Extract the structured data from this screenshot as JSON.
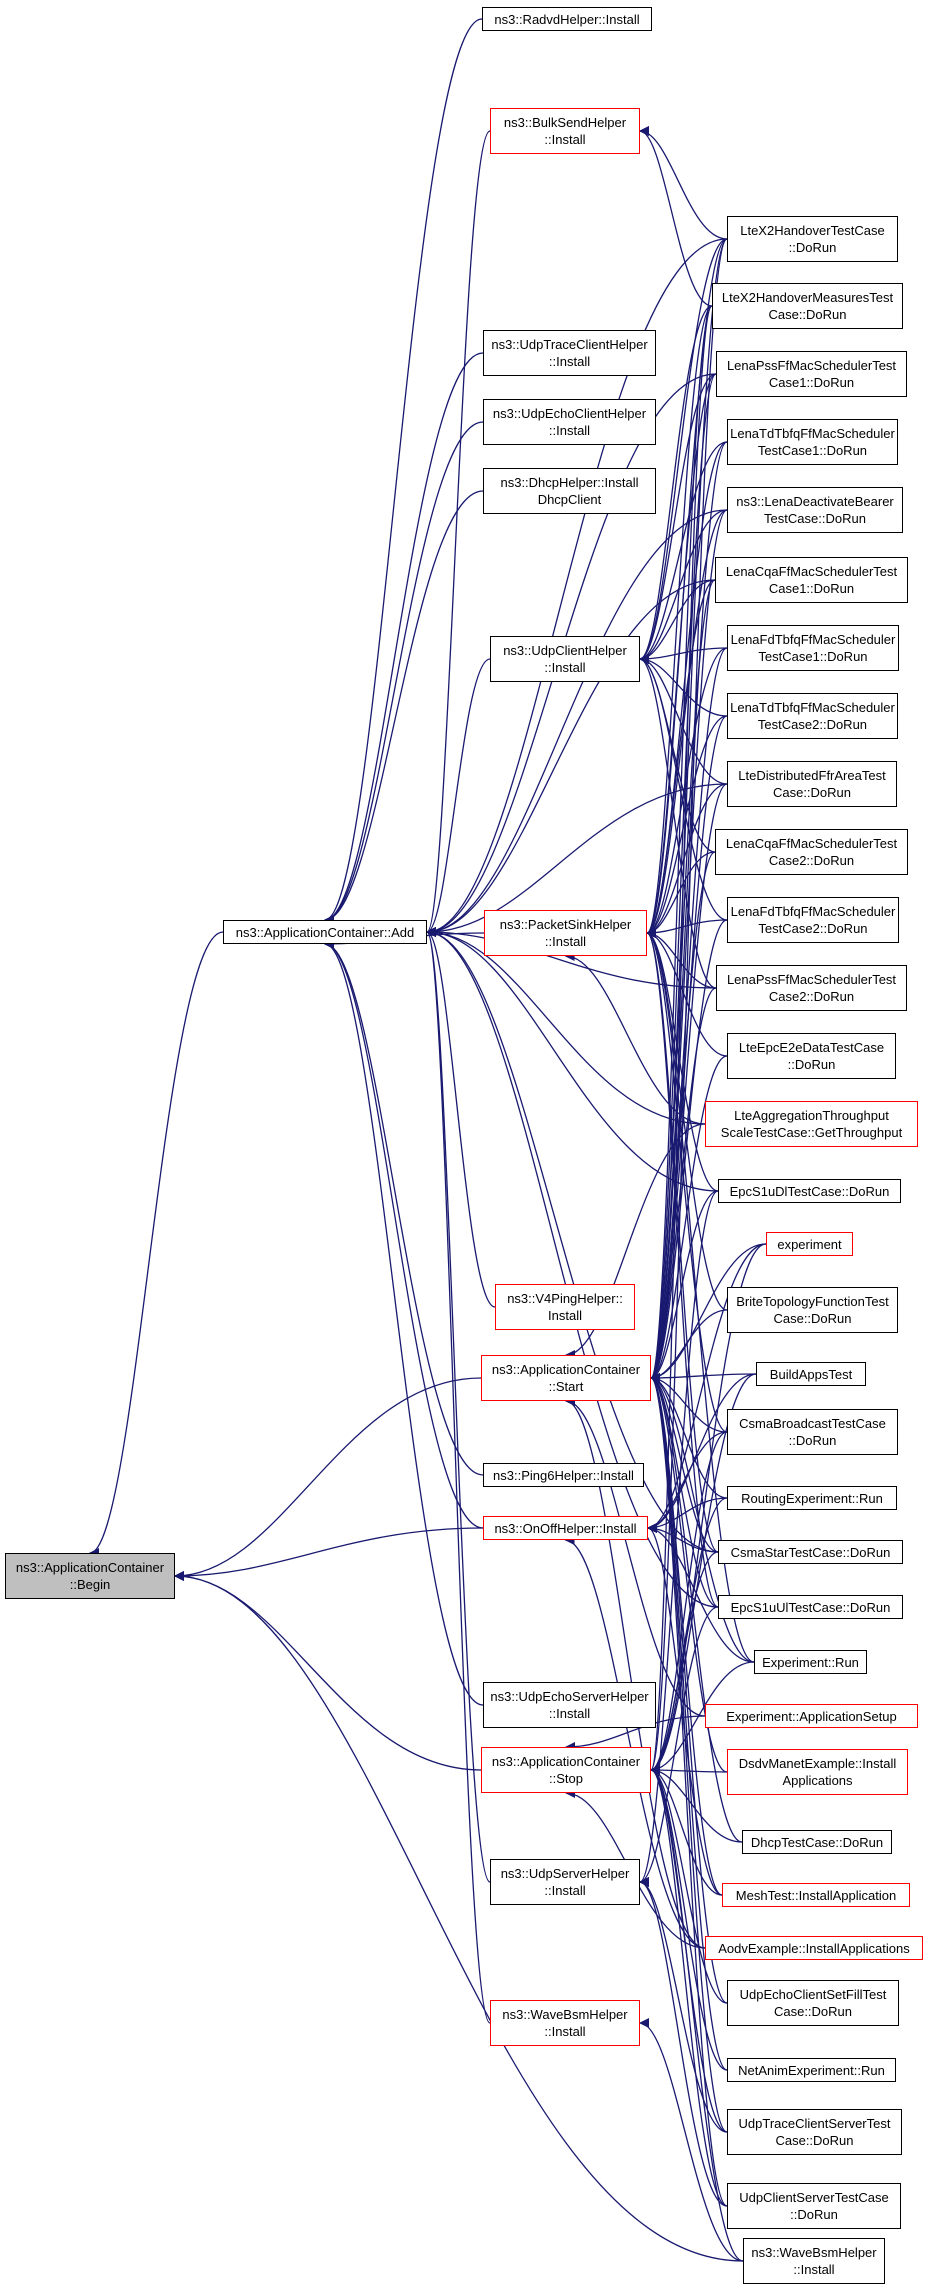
{
  "graph": {
    "colors": {
      "edge": "#191970",
      "border_normal": "#000000",
      "border_truncated": "#ff0000",
      "root_fill": "#bfbfbf"
    },
    "nodes": [
      {
        "id": "begin",
        "label": "ns3::ApplicationContainer\n::Begin",
        "truncated": false,
        "root": true
      },
      {
        "id": "add",
        "label": "ns3::ApplicationContainer::Add",
        "truncated": false
      },
      {
        "id": "radvd",
        "label": "ns3::RadvdHelper::Install",
        "truncated": false
      },
      {
        "id": "bulksend",
        "label": "ns3::BulkSendHelper\n::Install",
        "truncated": true
      },
      {
        "id": "udptraceclient",
        "label": "ns3::UdpTraceClientHelper\n::Install",
        "truncated": false
      },
      {
        "id": "udpechoclient",
        "label": "ns3::UdpEchoClientHelper\n::Install",
        "truncated": false
      },
      {
        "id": "dhcp",
        "label": "ns3::DhcpHelper::Install\nDhcpClient",
        "truncated": false
      },
      {
        "id": "udpclient",
        "label": "ns3::UdpClientHelper\n::Install",
        "truncated": false
      },
      {
        "id": "packetsink",
        "label": "ns3::PacketSinkHelper\n::Install",
        "truncated": true
      },
      {
        "id": "v4ping",
        "label": "ns3::V4PingHelper::\nInstall",
        "truncated": true
      },
      {
        "id": "start",
        "label": "ns3::ApplicationContainer\n::Start",
        "truncated": true
      },
      {
        "id": "ping6",
        "label": "ns3::Ping6Helper::Install",
        "truncated": false
      },
      {
        "id": "onoff",
        "label": "ns3::OnOffHelper::Install",
        "truncated": true
      },
      {
        "id": "udpechoserver",
        "label": "ns3::UdpEchoServerHelper\n::Install",
        "truncated": false
      },
      {
        "id": "stop",
        "label": "ns3::ApplicationContainer\n::Stop",
        "truncated": true
      },
      {
        "id": "udpserver",
        "label": "ns3::UdpServerHelper\n::Install",
        "truncated": false
      },
      {
        "id": "wavebsm1",
        "label": "ns3::WaveBsmHelper\n::Install",
        "truncated": true
      },
      {
        "id": "x2ho",
        "label": "LteX2HandoverTestCase\n::DoRun",
        "truncated": false
      },
      {
        "id": "x2hom",
        "label": "LteX2HandoverMeasuresTest\nCase::DoRun",
        "truncated": false
      },
      {
        "id": "pss1",
        "label": "LenaPssFfMacSchedulerTest\nCase1::DoRun",
        "truncated": false
      },
      {
        "id": "tdtbfq1",
        "label": "LenaTdTbfqFfMacScheduler\nTestCase1::DoRun",
        "truncated": false
      },
      {
        "id": "deact",
        "label": "ns3::LenaDeactivateBearer\nTestCase::DoRun",
        "truncated": false
      },
      {
        "id": "cqa1",
        "label": "LenaCqaFfMacSchedulerTest\nCase1::DoRun",
        "truncated": false
      },
      {
        "id": "fdtbfq1",
        "label": "LenaFdTbfqFfMacScheduler\nTestCase1::DoRun",
        "truncated": false
      },
      {
        "id": "tdtbfq2",
        "label": "LenaTdTbfqFfMacScheduler\nTestCase2::DoRun",
        "truncated": false
      },
      {
        "id": "distffr",
        "label": "LteDistributedFfrAreaTest\nCase::DoRun",
        "truncated": false
      },
      {
        "id": "cqa2",
        "label": "LenaCqaFfMacSchedulerTest\nCase2::DoRun",
        "truncated": false
      },
      {
        "id": "fdtbfq2",
        "label": "LenaFdTbfqFfMacScheduler\nTestCase2::DoRun",
        "truncated": false
      },
      {
        "id": "pss2",
        "label": "LenaPssFfMacSchedulerTest\nCase2::DoRun",
        "truncated": false
      },
      {
        "id": "epce2e",
        "label": "LteEpcE2eDataTestCase\n::DoRun",
        "truncated": false
      },
      {
        "id": "aggr",
        "label": "LteAggregationThroughput\nScaleTestCase::GetThroughput",
        "truncated": true
      },
      {
        "id": "epcs1udl",
        "label": "EpcS1uDlTestCase::DoRun",
        "truncated": false
      },
      {
        "id": "experiment",
        "label": "experiment",
        "truncated": true
      },
      {
        "id": "brite",
        "label": "BriteTopologyFunctionTest\nCase::DoRun",
        "truncated": false
      },
      {
        "id": "buildapps",
        "label": "BuildAppsTest",
        "truncated": false
      },
      {
        "id": "csmabc",
        "label": "CsmaBroadcastTestCase\n::DoRun",
        "truncated": false
      },
      {
        "id": "routingexp",
        "label": "RoutingExperiment::Run",
        "truncated": false
      },
      {
        "id": "csmastar",
        "label": "CsmaStarTestCase::DoRun",
        "truncated": false
      },
      {
        "id": "epcs1uul",
        "label": "EpcS1uUlTestCase::DoRun",
        "truncated": false
      },
      {
        "id": "exprun",
        "label": "Experiment::Run",
        "truncated": false
      },
      {
        "id": "expappsetup",
        "label": "Experiment::ApplicationSetup",
        "truncated": true
      },
      {
        "id": "dsdv",
        "label": "DsdvManetExample::Install\nApplications",
        "truncated": true
      },
      {
        "id": "dhcptest",
        "label": "DhcpTestCase::DoRun",
        "truncated": false
      },
      {
        "id": "meshtest",
        "label": "MeshTest::InstallApplication",
        "truncated": true
      },
      {
        "id": "aodv",
        "label": "AodvExample::InstallApplications",
        "truncated": true
      },
      {
        "id": "udpechofill",
        "label": "UdpEchoClientSetFillTest\nCase::DoRun",
        "truncated": false
      },
      {
        "id": "netanim",
        "label": "NetAnimExperiment::Run",
        "truncated": false
      },
      {
        "id": "udptracecs",
        "label": "UdpTraceClientServerTest\nCase::DoRun",
        "truncated": false
      },
      {
        "id": "udpcs",
        "label": "UdpClientServerTestCase\n::DoRun",
        "truncated": false
      },
      {
        "id": "wavebsm2",
        "label": "ns3::WaveBsmHelper\n::Install",
        "truncated": false
      }
    ],
    "edges": [
      [
        "add",
        "begin"
      ],
      [
        "start",
        "begin"
      ],
      [
        "onoff",
        "begin"
      ],
      [
        "stop",
        "begin"
      ],
      [
        "wavebsm2",
        "begin"
      ],
      [
        "radvd",
        "add"
      ],
      [
        "bulksend",
        "add"
      ],
      [
        "udptraceclient",
        "add"
      ],
      [
        "udpechoclient",
        "add"
      ],
      [
        "dhcp",
        "add"
      ],
      [
        "udpclient",
        "add"
      ],
      [
        "packetsink",
        "add"
      ],
      [
        "v4ping",
        "add"
      ],
      [
        "ping6",
        "add"
      ],
      [
        "onoff",
        "add"
      ],
      [
        "udpechoserver",
        "add"
      ],
      [
        "udpserver",
        "add"
      ],
      [
        "wavebsm1",
        "add"
      ],
      [
        "x2ho",
        "add"
      ],
      [
        "pss1",
        "add"
      ],
      [
        "deact",
        "add"
      ],
      [
        "cqa1",
        "add"
      ],
      [
        "distffr",
        "add"
      ],
      [
        "pss2",
        "add"
      ],
      [
        "aggr",
        "add"
      ],
      [
        "epcs1udl",
        "add"
      ],
      [
        "csmastar",
        "add"
      ],
      [
        "epcs1uul",
        "add"
      ],
      [
        "x2ho",
        "bulksend"
      ],
      [
        "x2hom",
        "bulksend"
      ],
      [
        "x2ho",
        "udpclient"
      ],
      [
        "x2hom",
        "udpclient"
      ],
      [
        "pss1",
        "udpclient"
      ],
      [
        "tdtbfq1",
        "udpclient"
      ],
      [
        "deact",
        "udpclient"
      ],
      [
        "cqa1",
        "udpclient"
      ],
      [
        "fdtbfq1",
        "udpclient"
      ],
      [
        "tdtbfq2",
        "udpclient"
      ],
      [
        "distffr",
        "udpclient"
      ],
      [
        "cqa2",
        "udpclient"
      ],
      [
        "fdtbfq2",
        "udpclient"
      ],
      [
        "pss2",
        "udpclient"
      ],
      [
        "x2ho",
        "packetsink"
      ],
      [
        "x2hom",
        "packetsink"
      ],
      [
        "pss1",
        "packetsink"
      ],
      [
        "tdtbfq1",
        "packetsink"
      ],
      [
        "deact",
        "packetsink"
      ],
      [
        "cqa1",
        "packetsink"
      ],
      [
        "fdtbfq1",
        "packetsink"
      ],
      [
        "tdtbfq2",
        "packetsink"
      ],
      [
        "distffr",
        "packetsink"
      ],
      [
        "cqa2",
        "packetsink"
      ],
      [
        "fdtbfq2",
        "packetsink"
      ],
      [
        "pss2",
        "packetsink"
      ],
      [
        "epce2e",
        "packetsink"
      ],
      [
        "aggr",
        "packetsink"
      ],
      [
        "epcs1udl",
        "packetsink"
      ],
      [
        "brite",
        "packetsink"
      ],
      [
        "csmabc",
        "packetsink"
      ],
      [
        "csmastar",
        "packetsink"
      ],
      [
        "epcs1uul",
        "packetsink"
      ],
      [
        "exprun",
        "packetsink"
      ],
      [
        "x2ho",
        "start"
      ],
      [
        "x2hom",
        "start"
      ],
      [
        "pss1",
        "start"
      ],
      [
        "tdtbfq1",
        "start"
      ],
      [
        "deact",
        "start"
      ],
      [
        "cqa1",
        "start"
      ],
      [
        "fdtbfq1",
        "start"
      ],
      [
        "tdtbfq2",
        "start"
      ],
      [
        "distffr",
        "start"
      ],
      [
        "cqa2",
        "start"
      ],
      [
        "fdtbfq2",
        "start"
      ],
      [
        "pss2",
        "start"
      ],
      [
        "epce2e",
        "start"
      ],
      [
        "aggr",
        "start"
      ],
      [
        "epcs1udl",
        "start"
      ],
      [
        "experiment",
        "start"
      ],
      [
        "brite",
        "start"
      ],
      [
        "buildapps",
        "start"
      ],
      [
        "csmabc",
        "start"
      ],
      [
        "routingexp",
        "start"
      ],
      [
        "csmastar",
        "start"
      ],
      [
        "epcs1uul",
        "start"
      ],
      [
        "exprun",
        "start"
      ],
      [
        "expappsetup",
        "start"
      ],
      [
        "dsdv",
        "start"
      ],
      [
        "dhcptest",
        "start"
      ],
      [
        "meshtest",
        "start"
      ],
      [
        "aodv",
        "start"
      ],
      [
        "udpechofill",
        "start"
      ],
      [
        "netanim",
        "start"
      ],
      [
        "udptracecs",
        "start"
      ],
      [
        "udpcs",
        "start"
      ],
      [
        "experiment",
        "onoff"
      ],
      [
        "buildapps",
        "onoff"
      ],
      [
        "routingexp",
        "onoff"
      ],
      [
        "csmastar",
        "onoff"
      ],
      [
        "csmabc",
        "onoff"
      ],
      [
        "exprun",
        "onoff"
      ],
      [
        "meshtest",
        "onoff"
      ],
      [
        "aodv",
        "onoff"
      ],
      [
        "x2ho",
        "stop"
      ],
      [
        "x2hom",
        "stop"
      ],
      [
        "experiment",
        "stop"
      ],
      [
        "buildapps",
        "stop"
      ],
      [
        "csmabc",
        "stop"
      ],
      [
        "routingexp",
        "stop"
      ],
      [
        "csmastar",
        "stop"
      ],
      [
        "exprun",
        "stop"
      ],
      [
        "expappsetup",
        "stop"
      ],
      [
        "dsdv",
        "stop"
      ],
      [
        "dhcptest",
        "stop"
      ],
      [
        "meshtest",
        "stop"
      ],
      [
        "aodv",
        "stop"
      ],
      [
        "udpechofill",
        "stop"
      ],
      [
        "netanim",
        "stop"
      ],
      [
        "udptracecs",
        "stop"
      ],
      [
        "udpcs",
        "stop"
      ],
      [
        "wavebsm2",
        "stop"
      ],
      [
        "epcs1udl",
        "udpserver"
      ],
      [
        "epcs1uul",
        "udpserver"
      ],
      [
        "udptracecs",
        "udpserver"
      ],
      [
        "udpcs",
        "udpserver"
      ],
      [
        "wavebsm2",
        "wavebsm1"
      ]
    ]
  }
}
